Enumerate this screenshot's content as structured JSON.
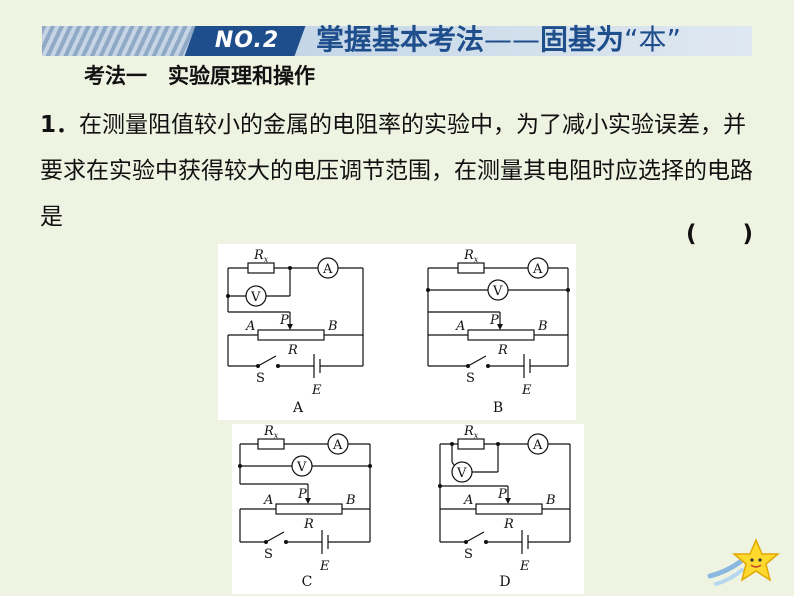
{
  "header": {
    "badge": "NO.2",
    "title_main": "掌握基本考法",
    "title_dash": "——",
    "title_sub": "固基为",
    "title_quote": "“本”"
  },
  "section": {
    "heading": "考法一　实验原理和操作"
  },
  "question": {
    "number": "1．",
    "text": "在测量阻值较小的金属的电阻率的实验中，为了减小实验误差，并要求在实验中获得较大的电压调节范围，在测量其电阻时应选择的电路是",
    "answer_blank": "(　　)"
  },
  "circuit_labels": {
    "resistor": "R",
    "resistor_sub": "x",
    "ammeter": "A",
    "voltmeter": "V",
    "end_a": "A",
    "end_b": "B",
    "slider": "P",
    "rheostat": "R",
    "switch": "S",
    "battery": "E"
  },
  "options": [
    {
      "caption": "A"
    },
    {
      "caption": "B"
    },
    {
      "caption": "C"
    },
    {
      "caption": "D"
    }
  ]
}
